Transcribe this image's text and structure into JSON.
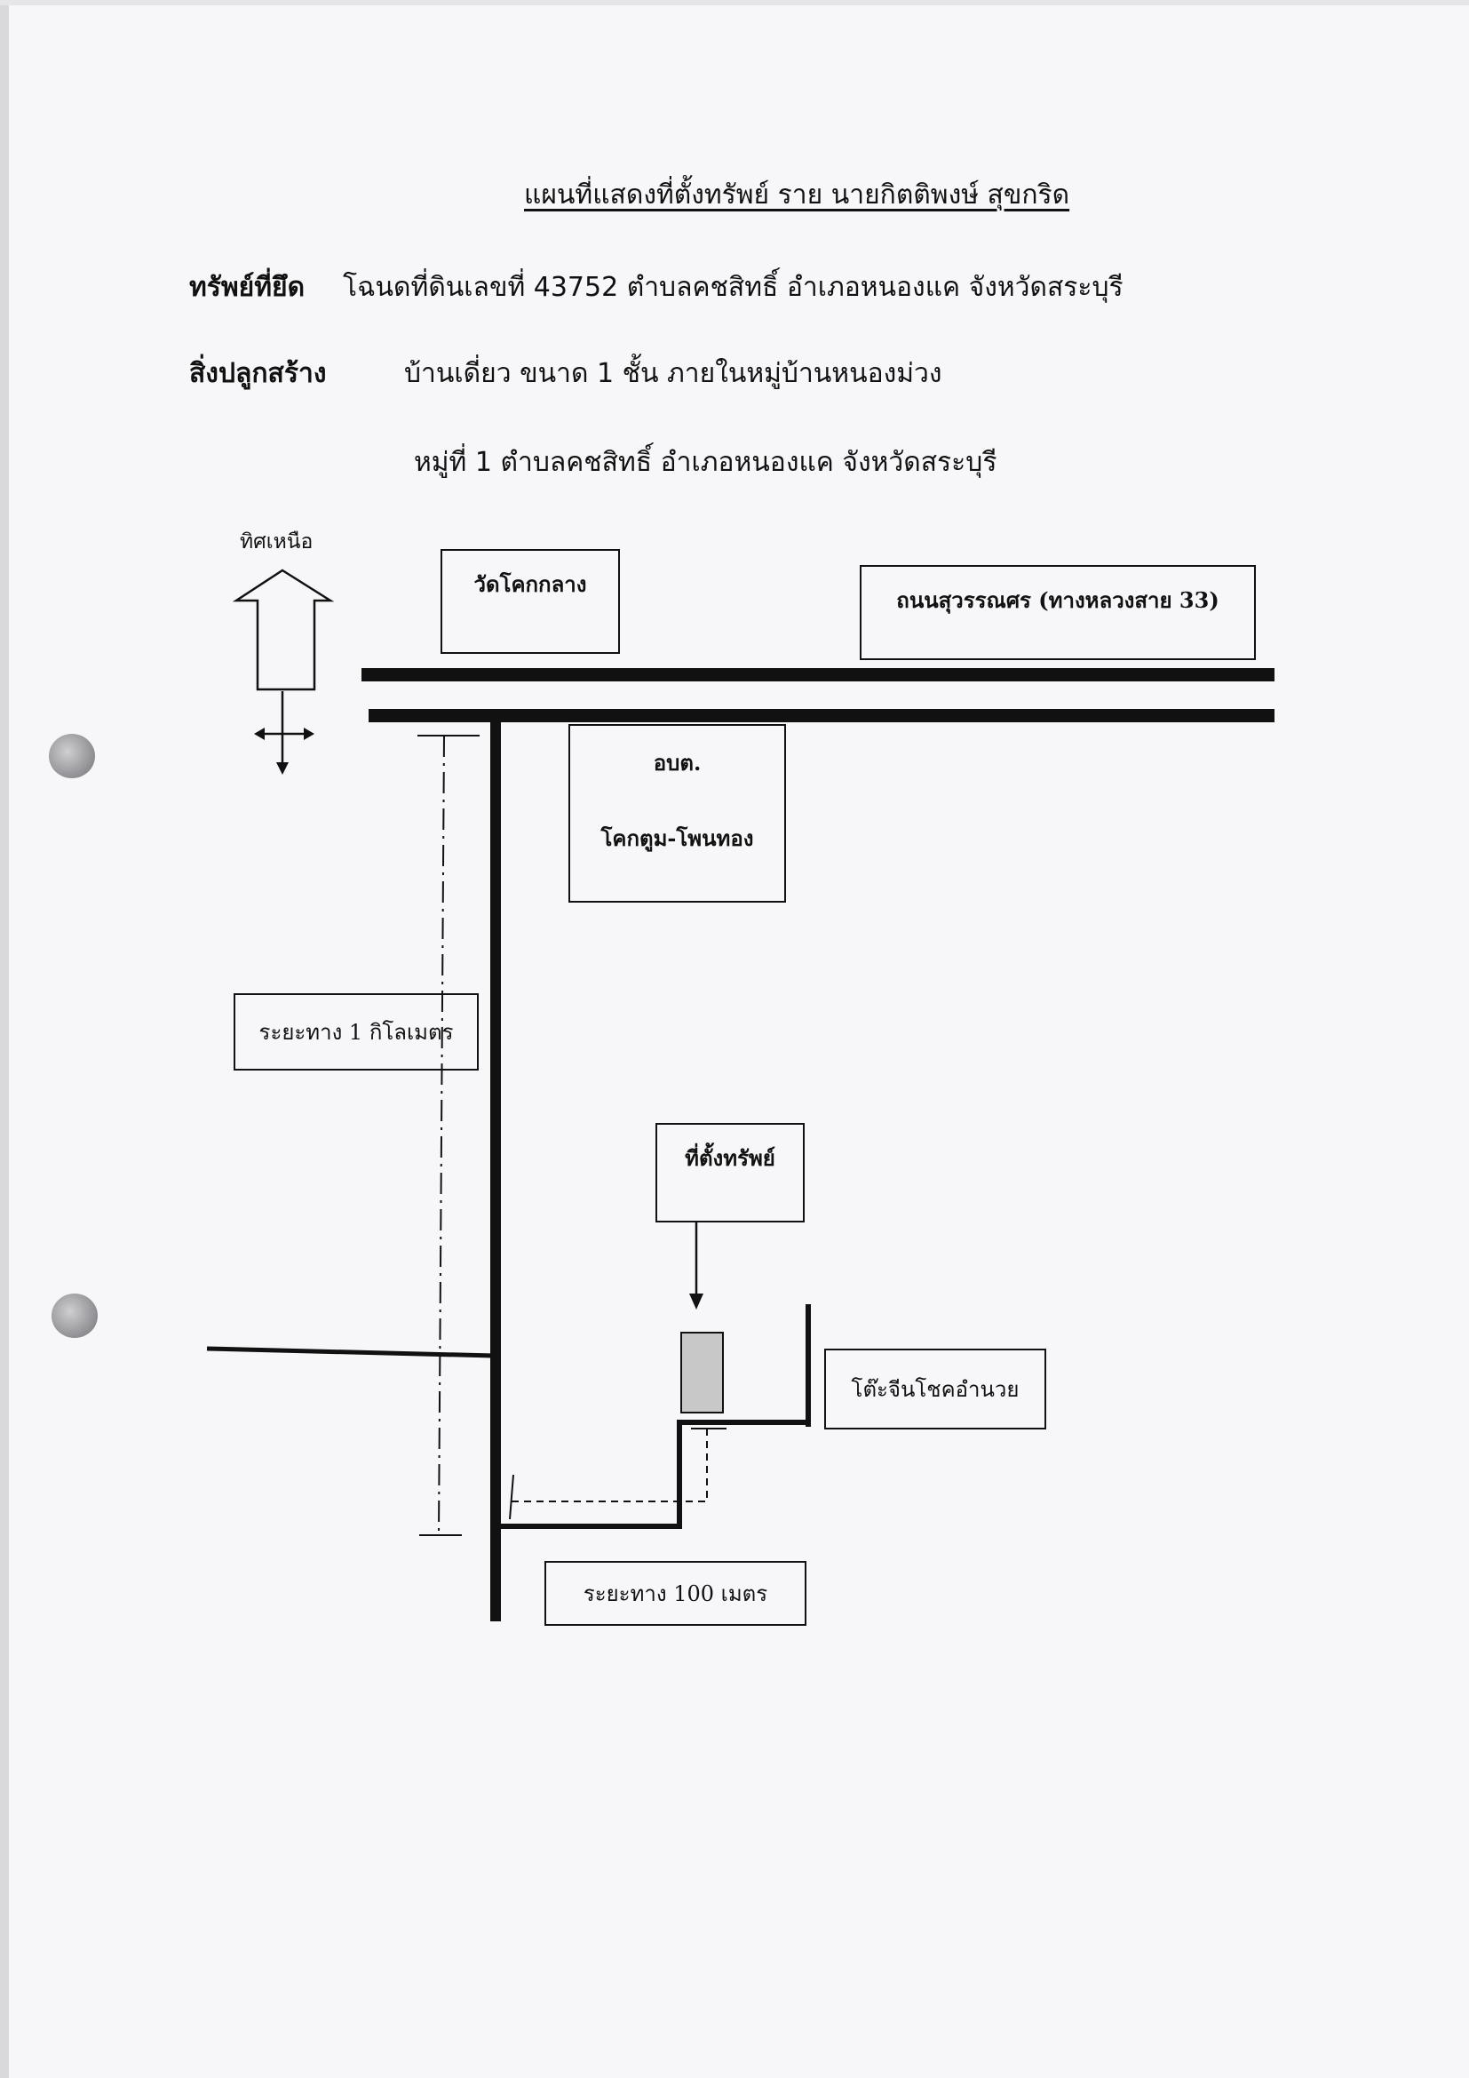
{
  "document": {
    "title": "แผนที่แสดงที่ตั้งทรัพย์  ราย นายกิตติพงษ์ สุขกริด",
    "seized_label": "ทรัพย์ที่ยึด",
    "seized_text": "โฉนดที่ดินเลขที่ 43752 ตำบลคชสิทธิ์  อำเภอหนองแค จังหวัดสระบุรี",
    "building_label": "สิ่งปลูกสร้าง",
    "building_text_line1": "บ้านเดี่ยว ขนาด 1 ชั้น ภายในหมู่บ้านหนองม่วง",
    "building_text_line2": "หมู่ที่ 1 ตำบลคชสิทธิ์  อำเภอหนองแค จังหวัดสระบุรี"
  },
  "map": {
    "north_label": "ทิศเหนือ",
    "temple_label": "วัดโคกกลาง",
    "road_label": "ถนนสุวรรณศร (ทางหลวงสาย 33)",
    "sao_line1": "อบต.",
    "sao_line2": "โคกตูม-โพนทอง",
    "distance_1km_label": "ระยะทาง 1 กิโลเมตร",
    "property_label": "ที่ตั้งทรัพย์",
    "shop_label": "โต๊ะจีนโชคอำนวย",
    "distance_100m_label": "ระยะทาง 100 เมตร",
    "colors": {
      "ink": "#111111",
      "property_fill": "#c8c8c8",
      "paper": "#f7f7f9"
    },
    "icons": [
      "north-arrow-icon",
      "compass-cross-icon",
      "down-arrow-icon"
    ]
  }
}
